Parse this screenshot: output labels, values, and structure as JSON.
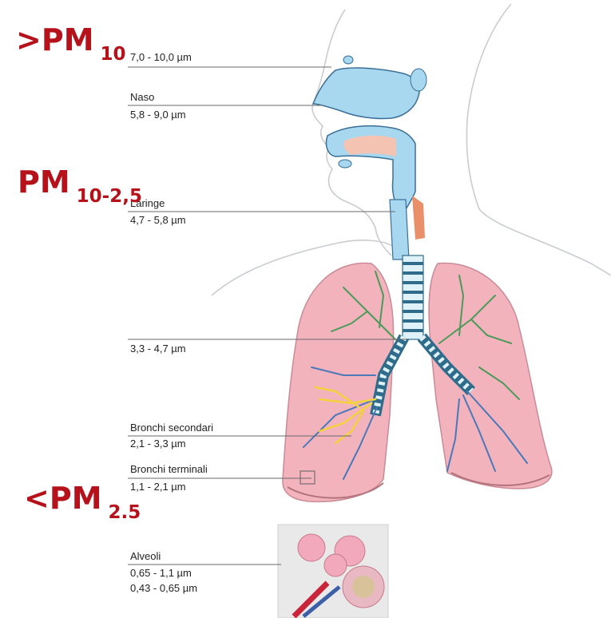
{
  "pm_labels": {
    "top": {
      "prefix": ">PM",
      "sub": "10"
    },
    "middle": {
      "prefix": "PM",
      "sub": "10-2,5"
    },
    "bottom": {
      "prefix": "<PM",
      "sub": "2.5"
    }
  },
  "airway_labels": {
    "nasal_range": "7,0 - 10,0 µm",
    "naso": {
      "name": "Naso",
      "range": "5,8 - 9,0 µm"
    },
    "laringe": {
      "name": "Laringe",
      "range": "4,7 - 5,8 µm"
    },
    "trachea_range": "3,3 - 4,7 µm",
    "bronchi_secondari": {
      "name": "Bronchi secondari",
      "range": "2,1 - 3,3 µm"
    },
    "bronchi_terminali": {
      "name": "Bronchi terminali",
      "range": "1,1 - 2,1 µm"
    },
    "alveoli": {
      "name": "Alveoli",
      "range1": "0,65  -  1,1 µm",
      "range2": "0,43 - 0,65 µm"
    }
  },
  "colors": {
    "pm_text": "#b5121b",
    "airway": "#a8d8f0",
    "lung": "#f2b3bd",
    "bronchi_blue": "#4a78b8",
    "bronchi_green": "#4c9a5a",
    "bronchi_yellow": "#f4d23c"
  }
}
